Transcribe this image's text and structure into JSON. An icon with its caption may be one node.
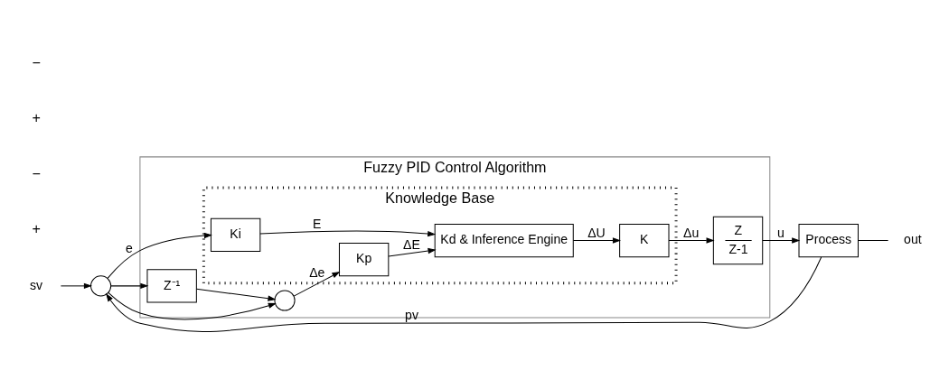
{
  "diagram": {
    "nodes": [
      {
        "text": [
          "Fuzzy PID Control Algorithm"
        ]
      },
      {
        "text": [
          "Knowledge Base"
        ],
        "in": 0
      },
      {
        "text": [
          "sv"
        ]
      },
      {
        "text": [],
        "shape": "circle"
      },
      {
        "text": [
          "Z⁻¹"
        ],
        "in": 0
      },
      {
        "text": [],
        "shape": "circle",
        "in": 0
      },
      {
        "text": [
          "Ki"
        ],
        "in": 1
      },
      {
        "text": [
          "Kp"
        ],
        "in": 1
      },
      {
        "text": [
          "Kd & Inference Engine"
        ],
        "in": 1
      },
      {
        "text": [
          "K"
        ],
        "in": 1
      },
      {
        "text": [
          "Z",
          "Z-1"
        ],
        "in": 0
      },
      {
        "text": [
          "Process"
        ]
      },
      {
        "text": [
          "out"
        ]
      }
    ],
    "edges": [
      {
        "from": 2,
        "to": 3,
        "arrow": "to"
      },
      {
        "from": 3,
        "to": 6,
        "arrow": "to",
        "label": "e"
      },
      {
        "from": 3,
        "to": 4,
        "arrow": "to"
      },
      {
        "from": 3,
        "to": 5,
        "arrow": "to"
      },
      {
        "from": 4,
        "to": 5,
        "arrow": "to"
      },
      {
        "from": 5,
        "to": 7,
        "arrow": "to",
        "label": "Δe"
      },
      {
        "from": 6,
        "to": 8,
        "arrow": "to",
        "label": "E"
      },
      {
        "from": 7,
        "to": 8,
        "arrow": "to",
        "label": "ΔE"
      },
      {
        "from": 8,
        "to": 9,
        "arrow": "to",
        "label": "ΔU"
      },
      {
        "from": 9,
        "to": 10,
        "arrow": "to",
        "label": "Δu"
      },
      {
        "from": 10,
        "to": 11,
        "arrow": "to",
        "label": "u"
      },
      {
        "from": 11,
        "to": 12,
        "arrow": "none"
      },
      {
        "from": 11,
        "to": 3,
        "arrow": "to",
        "label": "pv"
      }
    ],
    "labels": [
      "+",
      "−",
      "+",
      "−"
    ]
  }
}
